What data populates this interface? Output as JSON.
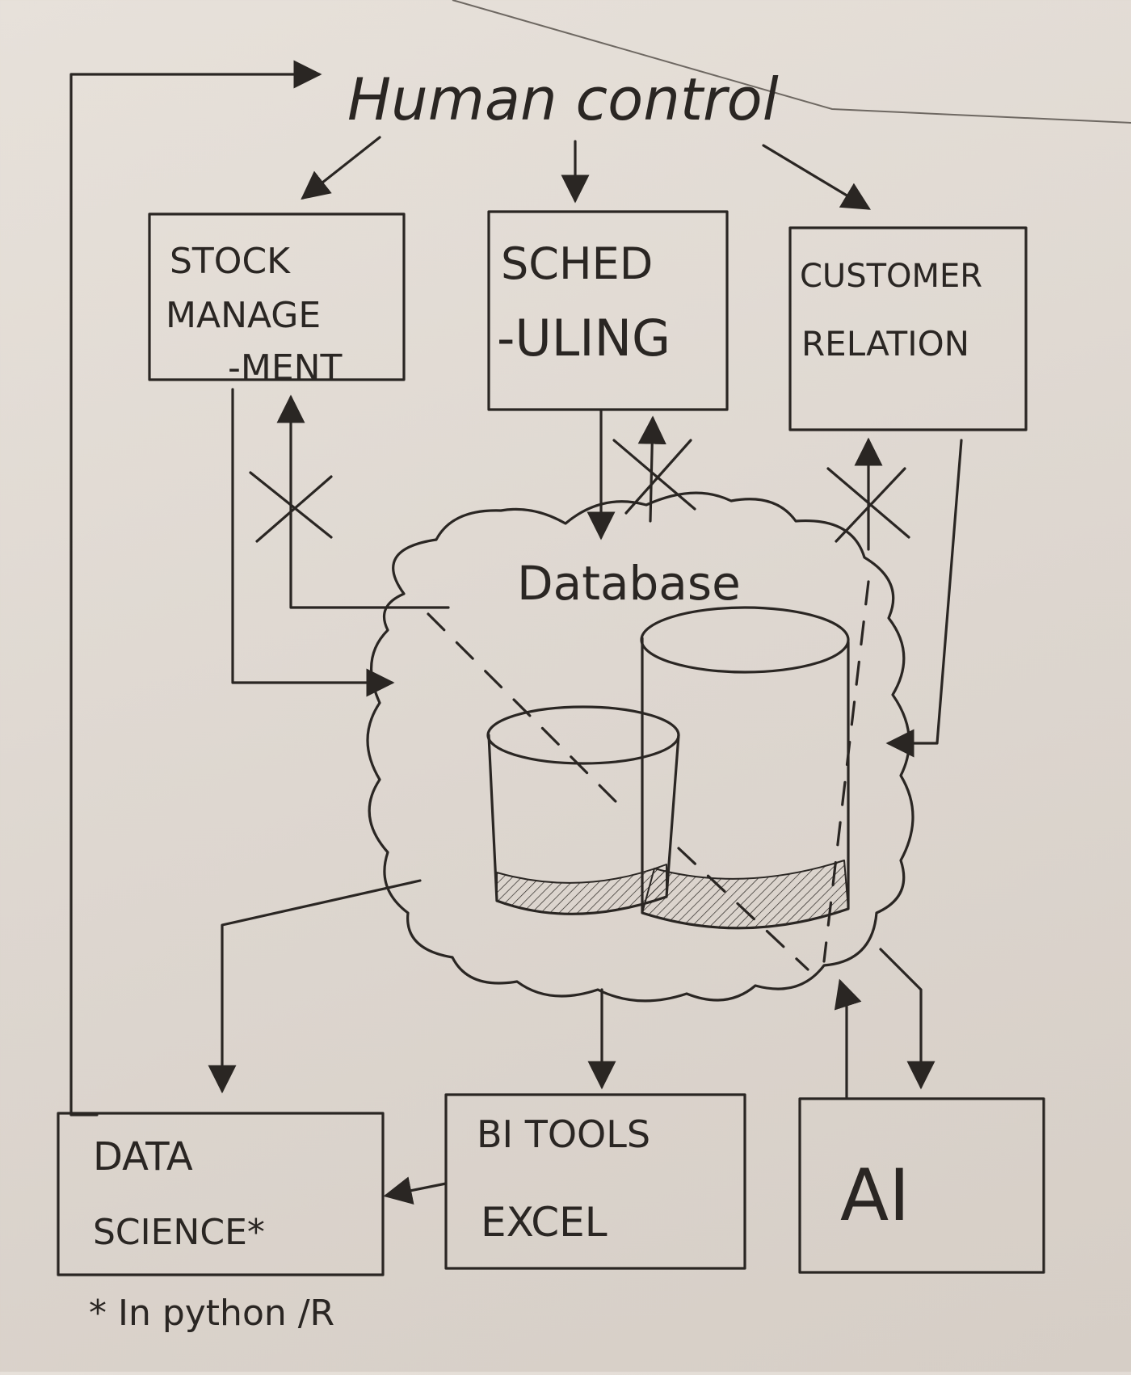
{
  "title": "Human control",
  "boxes": {
    "stock": {
      "line1": "STOCK",
      "line2": "MANAGE",
      "line3": "-MENT"
    },
    "scheduling": {
      "line1": "SCHED",
      "line2": "-ULING"
    },
    "customer": {
      "line1": "CUSTOMER",
      "line2": "RELATION"
    },
    "data_science": {
      "line1": "DATA",
      "line2": "SCIENCE*"
    },
    "bi_tools": {
      "line1": "BI TOOLS",
      "line2": "EXCEL"
    },
    "ai": {
      "label": "AI"
    }
  },
  "database": {
    "label": "Database"
  },
  "footnote": "* In python /R",
  "colors": {
    "ink": "#2a2623",
    "paper": "#e3ddd6"
  }
}
